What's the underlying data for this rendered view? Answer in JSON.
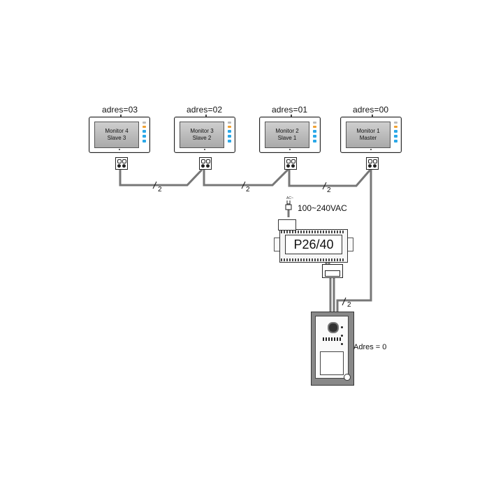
{
  "monitors": [
    {
      "address": "adres=03",
      "name": "Monitor 4",
      "role": "Slave 3"
    },
    {
      "address": "adres=02",
      "name": "Monitor 3",
      "role": "Slave 2"
    },
    {
      "address": "adres=01",
      "name": "Monitor 2",
      "role": "Slave 1"
    },
    {
      "address": "adres=00",
      "name": "Monitor 1",
      "role": "Master"
    }
  ],
  "wiring": {
    "wire_count_1": "2",
    "wire_count_2": "2",
    "wire_count_3": "2",
    "wire_count_4": "2"
  },
  "power_supply": {
    "plug_label": "AC~",
    "input_voltage": "100~240VAC",
    "model": "P26/40"
  },
  "outdoor_station": {
    "address": "Adres = 0"
  },
  "colors": {
    "wire": "#777777",
    "button_blue": "#2aa8e8",
    "button_orange": "#f0a030"
  }
}
